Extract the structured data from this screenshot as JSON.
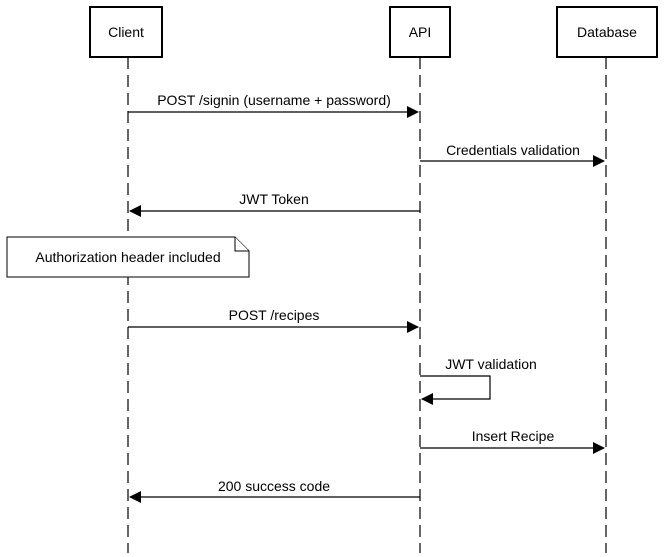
{
  "participants": [
    {
      "id": "client",
      "label": "Client"
    },
    {
      "id": "api",
      "label": "API"
    },
    {
      "id": "database",
      "label": "Database"
    }
  ],
  "messages": [
    {
      "from": "client",
      "to": "api",
      "label": "POST /signin (username + password)"
    },
    {
      "from": "api",
      "to": "database",
      "label": "Credentials validation"
    },
    {
      "from": "api",
      "to": "client",
      "label": "JWT Token"
    },
    {
      "from": "client",
      "to": "api",
      "label": "POST /recipes"
    },
    {
      "from": "api",
      "to": "api",
      "label": "JWT validation"
    },
    {
      "from": "api",
      "to": "database",
      "label": "Insert Recipe"
    },
    {
      "from": "api",
      "to": "client",
      "label": "200 success code"
    }
  ],
  "note": {
    "attached_to": "client",
    "label": "Authorization header included"
  }
}
